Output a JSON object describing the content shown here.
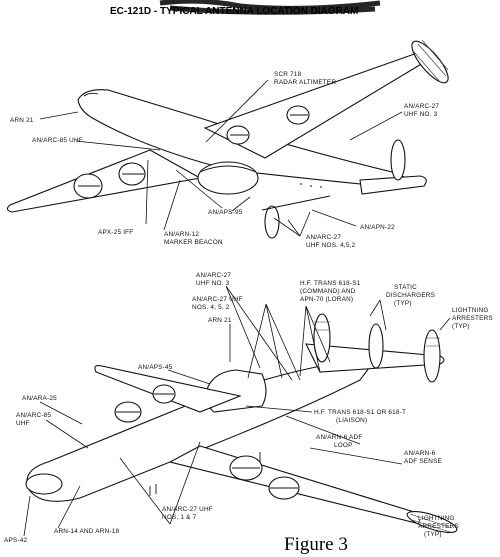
{
  "title": "EC-121D - TYPICAL ANTENNA LOCATION DIAGRAM",
  "caption": "Figure 3",
  "top_view_labels": {
    "scr718_a": "SCR 718",
    "scr718_b": "RADAR ALTIMETER",
    "arn21": "ARN 21",
    "anarc85": "AN/ARC-85 UHF",
    "anarc27_no3_a": "AN/ARC-27",
    "anarc27_no3_b": "UHF NO. 3",
    "anaps95": "AN/APS-95",
    "anapn22": "AN/APN-22",
    "apx25": "APX-25 IFF",
    "anarn12_a": "AN/ARN-12",
    "anarn12_b": "MARKER BEACON",
    "anarc27_452_a": "AN/ARC-27",
    "anarc27_452_b": "UHF NOS. 4,5,2"
  },
  "bottom_view_labels": {
    "anarc27_no3_a": "AN/ARC-27",
    "anarc27_no3_b": "UHF NO. 3",
    "anarc27_452_a": "AN/ARC-27 UHF",
    "anarc27_452_b": "NOS. 4, 5, 2",
    "hf_trans_a": "H.F. TRANS 618-S1",
    "hf_trans_b": "(COMMAND) AND",
    "hf_trans_c": "APN-70 (LORAN)",
    "static_a": "STATIC",
    "static_b": "DISCHARGERS",
    "static_c": "(TYP)",
    "lightning_top_a": "LIGHTNING",
    "lightning_top_b": "ARRESTERS",
    "lightning_top_c": "(TYP)",
    "arn21": "ARN 21",
    "anaps45": "AN/APS-45",
    "anara25": "AN/ARA-25",
    "anarc85_a": "AN/ARC-85",
    "anarc85_b": "UHF",
    "hf_liaison_a": "H.F. TRANS 618-S1 OR 618-T",
    "hf_liaison_b": "(LIAISON)",
    "anarn6_adf_a": "AN/ARN-6 ADF",
    "anarn6_adf_b": "LOOP",
    "anarn6_sense_a": "AN/ARN-6",
    "anarn6_sense_b": "ADF SENSE",
    "anarc27_187_a": "AN/ARC-27 UHF",
    "anarc27_187_b": "NOS. 1 & 7",
    "arn14": "ARN-14 AND ARN-18",
    "aps42": "APS-42",
    "lightning_bot_a": "LIGHTNING",
    "lightning_bot_b": "ARRESTERS",
    "lightning_bot_c": "(TYP)"
  }
}
